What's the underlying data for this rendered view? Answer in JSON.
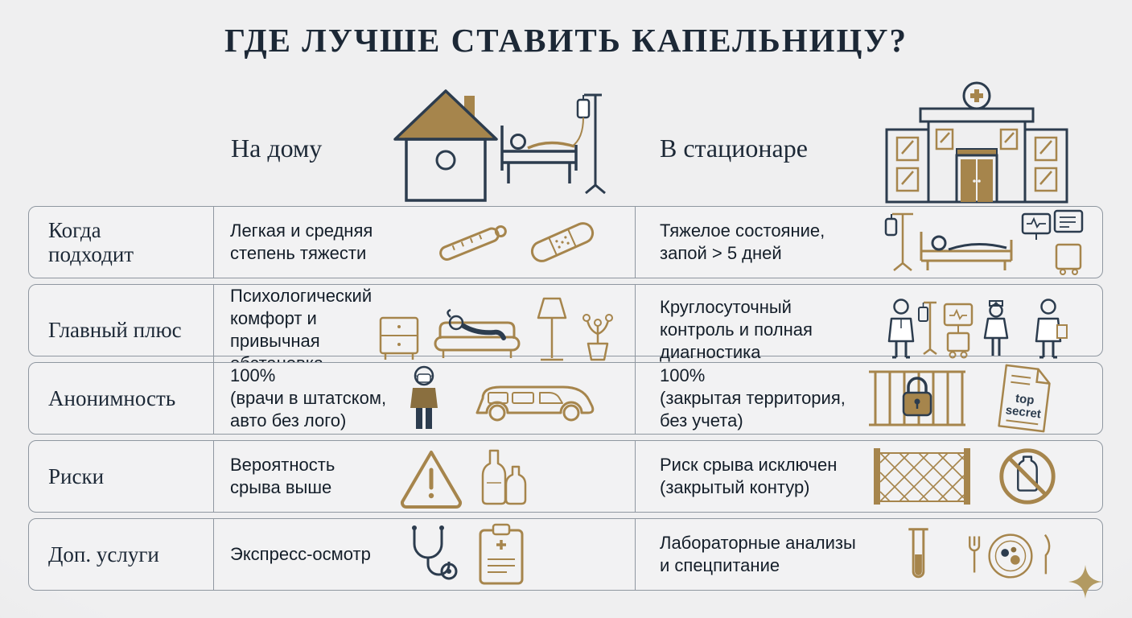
{
  "title": "ГДЕ ЛУЧШЕ СТАВИТЬ КАПЕЛЬНИЦУ?",
  "header": {
    "home": {
      "label": "На дому",
      "icons": [
        "house-icon",
        "patient-bed-iv-icon"
      ]
    },
    "hospital": {
      "label": "В стационаре",
      "icons": [
        "hospital-building-icon"
      ]
    }
  },
  "rows": [
    {
      "label": "Когда\nподходит",
      "home": "Легкая и средняя\nстепень тяжести",
      "hospital": "Тяжелое состояние,\nзапой > 5 дней",
      "home_icons": [
        "thermometer-icon",
        "bandage-icon"
      ],
      "hospital_icons": [
        "icu-bed-monitors-icon"
      ]
    },
    {
      "label": "Главный плюс",
      "home": "Психологический\nкомфорт и привычная\nобстановка",
      "hospital": "Круглосуточный\nконтроль и полная\nдиагностика",
      "home_icons": [
        "nightstand-icon",
        "sofa-person-icon",
        "floor-lamp-icon",
        "plant-icon"
      ],
      "hospital_icons": [
        "medical-staff-equipment-icon"
      ]
    },
    {
      "label": "Анонимность",
      "home": "100%\n(врачи в штатском,\nавто без лого)",
      "hospital": "100%\n(закрытая территория,\nбез учета)",
      "home_icons": [
        "masked-person-icon",
        "van-icon"
      ],
      "hospital_icons": [
        "gate-lock-icon",
        "top-secret-document-icon"
      ]
    },
    {
      "label": "Риски",
      "home": "Вероятность\nсрыва выше",
      "hospital": "Риск срыва исключен\n(закрытый контур)",
      "home_icons": [
        "warning-triangle-icon",
        "bottles-icon"
      ],
      "hospital_icons": [
        "fence-icon",
        "no-alcohol-icon"
      ]
    },
    {
      "label": "Доп. услуги",
      "home": "Экспресс-осмотр",
      "hospital": "Лабораторные анализы\nи спецпитание",
      "home_icons": [
        "stethoscope-icon",
        "clipboard-icon"
      ],
      "hospital_icons": [
        "test-tube-icon",
        "meal-icon"
      ]
    }
  ],
  "icon_texts": {
    "top_secret_line1": "top",
    "top_secret_line2": "secret"
  },
  "colors": {
    "gold": "#a6854c",
    "navy": "#2c3c4e",
    "background": "#e9e9eb",
    "cell_background": "#f2f2f3",
    "border": "#8f97a0",
    "text": "#141e29",
    "logo_gold": "#b29a62"
  },
  "logo": {
    "icon": "sparkle-icon"
  }
}
